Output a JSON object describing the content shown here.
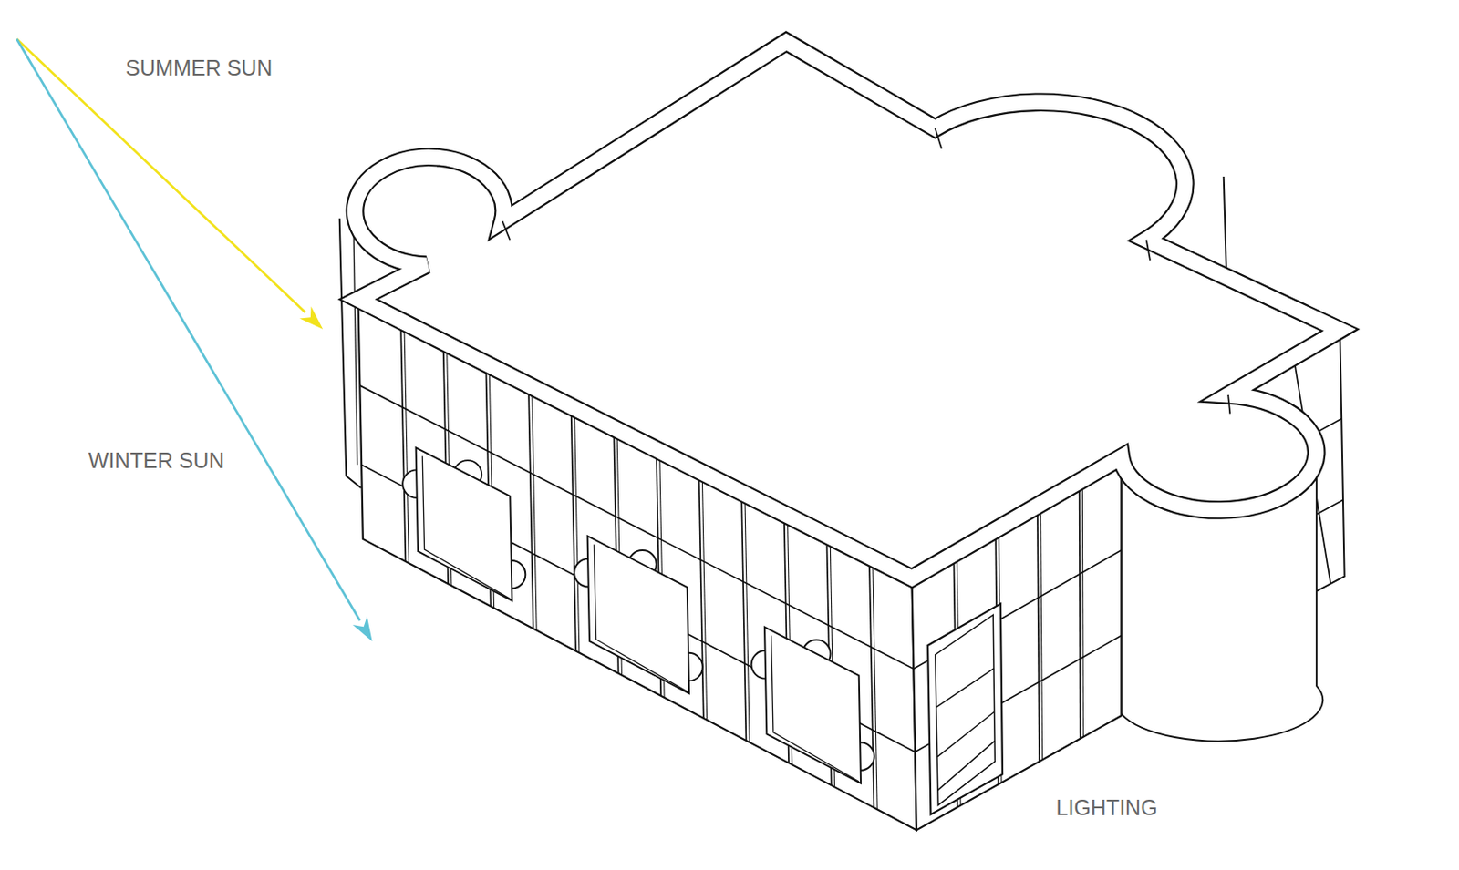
{
  "diagram": {
    "labels": [
      "SUMMER SUN",
      "WINTER SUN",
      "LIGHTING"
    ]
  }
}
